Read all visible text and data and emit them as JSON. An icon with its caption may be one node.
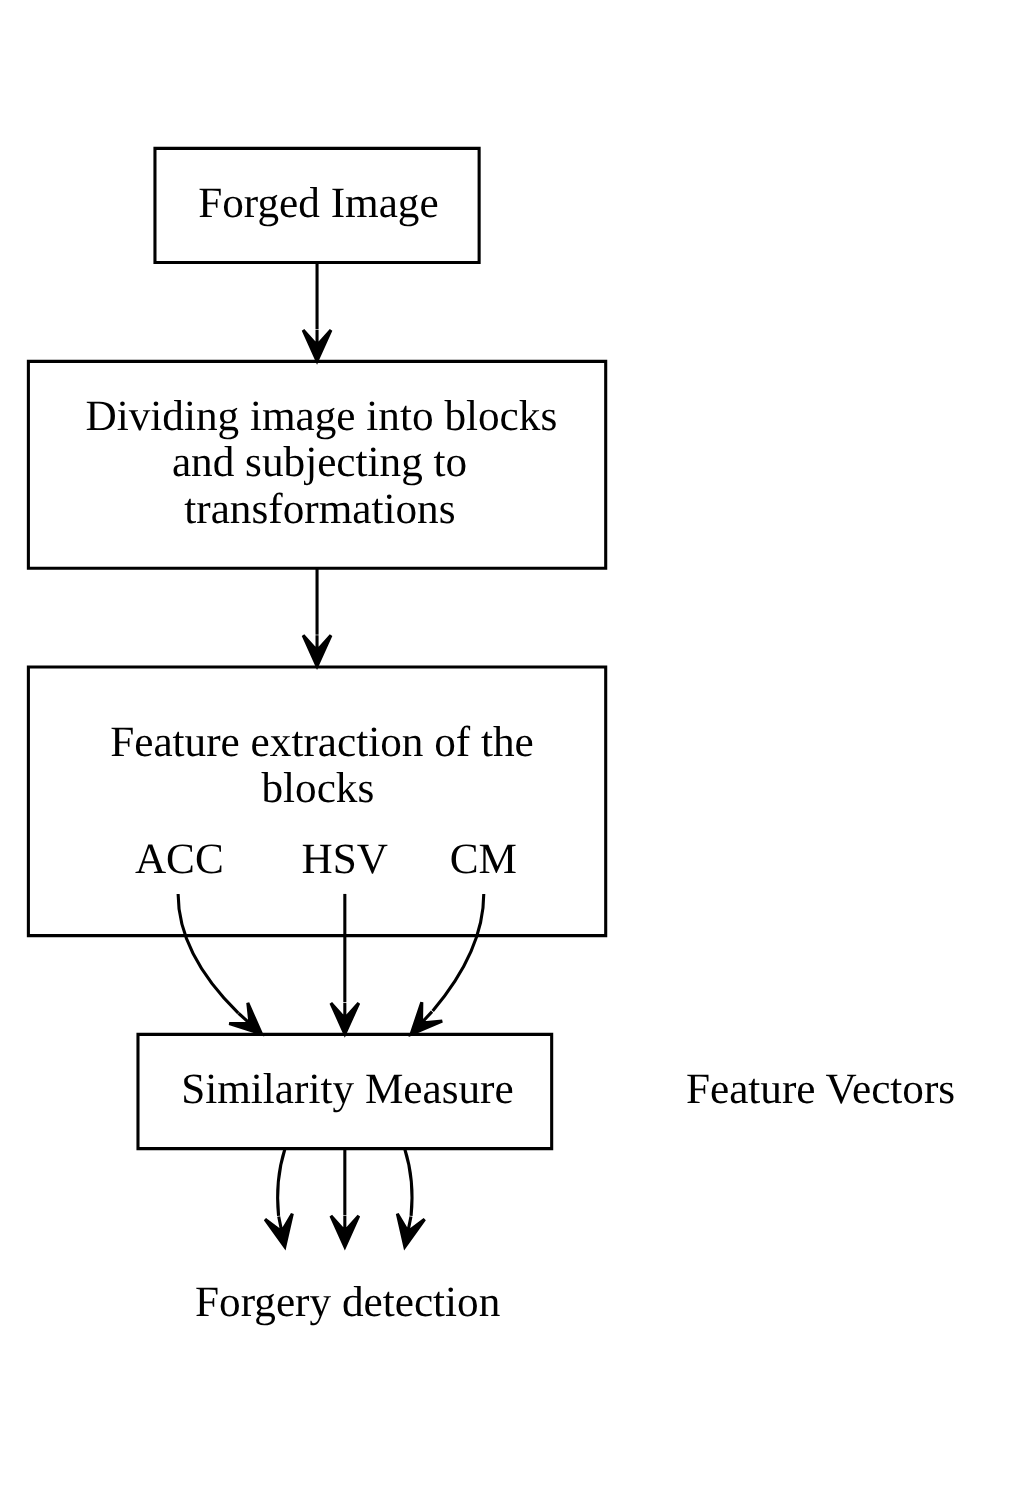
{
  "diagram": {
    "nodes": [
      {
        "text": [
          "Forged Image"
        ]
      },
      {
        "text": [
          "Dividing image into blocks and subjecting to transformations"
        ]
      },
      {
        "text": [
          "Feature extraction of the blocks",
          "ACC",
          "HSV",
          "CM"
        ]
      },
      {
        "text": [
          "Similarity Measure"
        ]
      },
      {
        "text": [
          "Forgery detection"
        ]
      }
    ],
    "edges": [
      {
        "from": 0,
        "to": 1,
        "arrow": "to"
      },
      {
        "from": 1,
        "to": 2,
        "arrow": "to"
      },
      {
        "from": 2,
        "to": 3,
        "arrow": "to"
      },
      {
        "from": 2,
        "to": 3,
        "arrow": "to"
      },
      {
        "from": 2,
        "to": 3,
        "arrow": "to"
      },
      {
        "from": 3,
        "to": 4,
        "arrow": "to"
      },
      {
        "from": 3,
        "to": 4,
        "arrow": "to"
      },
      {
        "from": 3,
        "to": 4,
        "arrow": "to"
      }
    ],
    "labels": [
      "Feature Vectors"
    ]
  }
}
